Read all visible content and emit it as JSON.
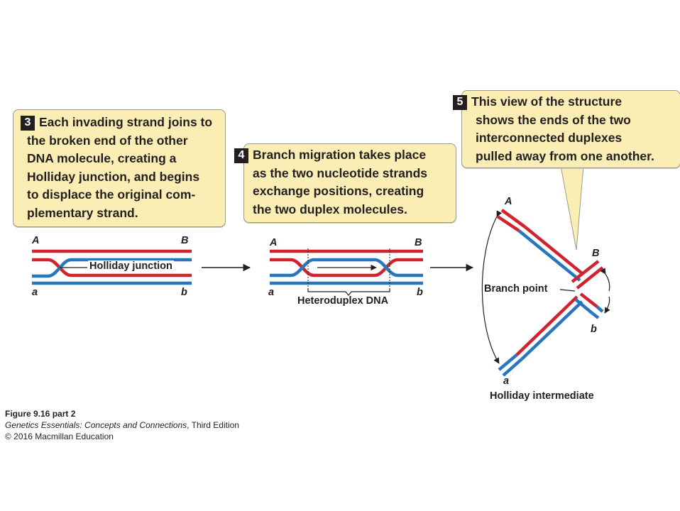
{
  "steps": [
    {
      "number": "3",
      "lines": [
        "Each invading strand joins to",
        "the broken end of the other",
        "DNA molecule, creating a",
        "Holliday junction, and begins",
        "to displace the original com-",
        "plementary strand."
      ]
    },
    {
      "number": "4",
      "lines": [
        "Branch migration takes place",
        "as the two nucleotide strands",
        "exchange positions, creating",
        "the two duplex molecules."
      ]
    },
    {
      "number": "5",
      "lines": [
        "This view of the structure",
        "shows the ends of the two",
        "interconnected duplexes",
        "pulled away from one another."
      ]
    }
  ],
  "labels": {
    "end_A": "A",
    "end_B": "B",
    "end_a": "a",
    "end_b": "b",
    "holliday_junction": "Holliday junction",
    "heteroduplex_dna": "Heteroduplex DNA",
    "branch_point": "Branch point",
    "holliday_intermediate": "Holliday intermediate"
  },
  "caption": {
    "figure": "Figure 9.16 part 2",
    "book_title": "Genetics Essentials: Concepts and Connections",
    "edition": ", Third Edition",
    "copyright": "© 2016 Macmillan Education"
  },
  "colors": {
    "red_strand": "#d0232f",
    "blue_strand": "#2877bc",
    "callout_fill": "#fbeeb4"
  }
}
